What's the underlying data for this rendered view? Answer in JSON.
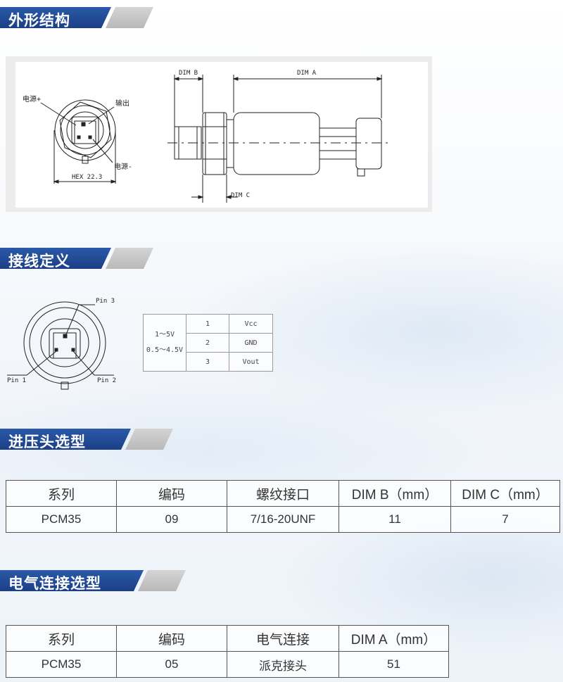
{
  "sections": {
    "outline": "外形结构",
    "wiring": "接线定义",
    "port": "进压头选型",
    "electrical": "电气连接选型"
  },
  "outline_drawing": {
    "label_power_plus": "电源+",
    "label_output": "输出",
    "label_power_minus": "电源-",
    "label_hex": "HEX 22.3",
    "label_dim_b": "DIM B",
    "label_dim_a": "DIM A",
    "label_dim_c": "DIM C"
  },
  "pin_diagram": {
    "pin1": "Pin 1",
    "pin2": "Pin 2",
    "pin3": "Pin 3"
  },
  "pin_table": {
    "output_range_1": "1～5V",
    "output_range_2": "0.5～4.5V",
    "rows": [
      {
        "pin": "1",
        "signal": "Vcc"
      },
      {
        "pin": "2",
        "signal": "GND"
      },
      {
        "pin": "3",
        "signal": "Vout"
      }
    ]
  },
  "port_table": {
    "headers": [
      "系列",
      "编码",
      "螺纹接口",
      "DIM B（mm）",
      "DIM C（mm）"
    ],
    "rows": [
      [
        "PCM35",
        "09",
        "7/16-20UNF",
        "11",
        "7"
      ]
    ]
  },
  "electrical_table": {
    "headers": [
      "系列",
      "编码",
      "电气连接",
      "DIM A（mm）"
    ],
    "rows": [
      [
        "PCM35",
        "05",
        "派克接头",
        "51"
      ]
    ]
  }
}
